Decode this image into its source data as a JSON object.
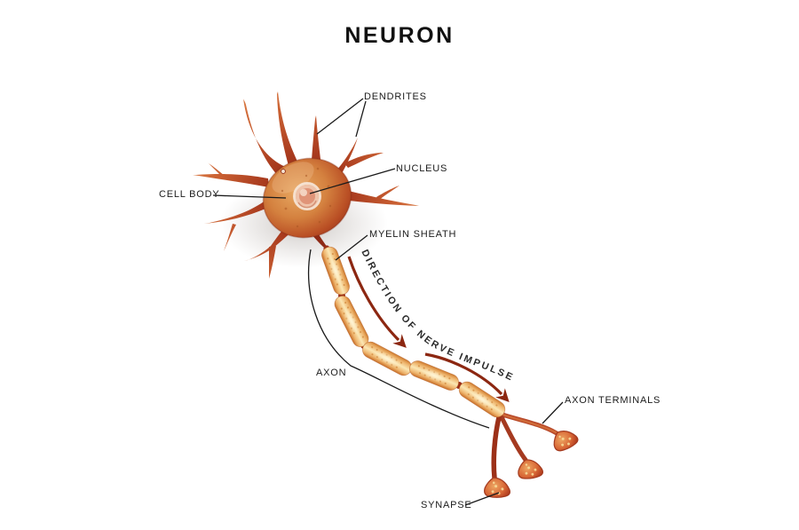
{
  "title": "NEURON",
  "diagram": {
    "labels": {
      "dendrites": "DENDRITES",
      "nucleus": "NUCLEUS",
      "cell_body": "CELL BODY",
      "myelin_sheath": "MYELIN SHEATH",
      "axon": "AXON",
      "axon_terminals": "AXON TERMINALS",
      "synapse": "SYNAPSE"
    },
    "flow_label": "DIRECTION OF NERVE IMPULSE",
    "colors": {
      "title_text": "#111111",
      "label_text": "#1b1b1b",
      "leader_line": "#1a1a1a",
      "soma_core": "#e0984f",
      "soma_edge": "#93301a",
      "dendrite_inner": "#8e2a16",
      "dendrite_outer": "#e89055",
      "myelin_light": "#fbe7b4",
      "myelin_dark": "#ce7b2e",
      "node_of_ranvier": "#9a2e18",
      "impulse_arrow": "#8c2711",
      "nucleus_fill": "#efc3aa"
    }
  }
}
